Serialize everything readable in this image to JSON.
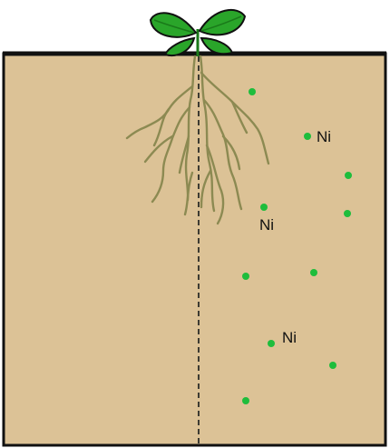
{
  "diagram": {
    "soil_color": "#dcc296",
    "border_color": "#111111",
    "root_color": "#8c8a52",
    "leaf_color": "#2aa52a",
    "leaf_dark_color": "#1a7a1a",
    "particle_color": "#1ebd3c",
    "divider_style": "dashed",
    "labels": {
      "ni_1": "Ni",
      "ni_2": "Ni",
      "ni_3": "Ni"
    }
  }
}
